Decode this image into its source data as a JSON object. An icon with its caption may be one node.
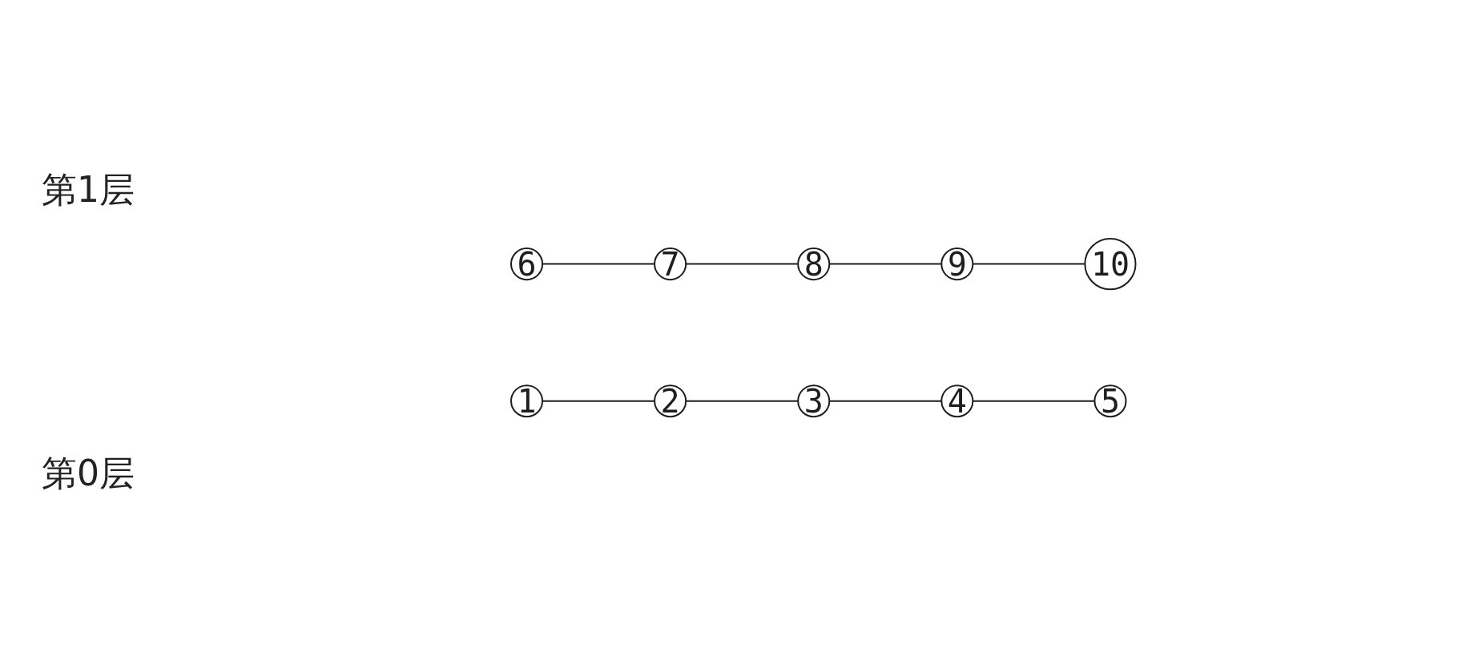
{
  "diagram": {
    "nodes": [
      {
        "text": [
          "6"
        ]
      },
      {
        "text": [
          "7"
        ]
      },
      {
        "text": [
          "8"
        ]
      },
      {
        "text": [
          "9"
        ]
      },
      {
        "text": [
          "10"
        ]
      },
      {
        "text": [
          "1"
        ]
      },
      {
        "text": [
          "2"
        ]
      },
      {
        "text": [
          "3"
        ]
      },
      {
        "text": [
          "4"
        ]
      },
      {
        "text": [
          "5"
        ]
      }
    ],
    "edges": [
      {
        "from": 0,
        "to": 1,
        "arrow": "none"
      },
      {
        "from": 1,
        "to": 2,
        "arrow": "none"
      },
      {
        "from": 2,
        "to": 3,
        "arrow": "none"
      },
      {
        "from": 3,
        "to": 4,
        "arrow": "none"
      },
      {
        "from": 5,
        "to": 6,
        "arrow": "none"
      },
      {
        "from": 6,
        "to": 7,
        "arrow": "none"
      },
      {
        "from": 7,
        "to": 8,
        "arrow": "none"
      },
      {
        "from": 8,
        "to": 9,
        "arrow": "none"
      }
    ],
    "labels": [
      "第1层",
      "第0层"
    ]
  }
}
